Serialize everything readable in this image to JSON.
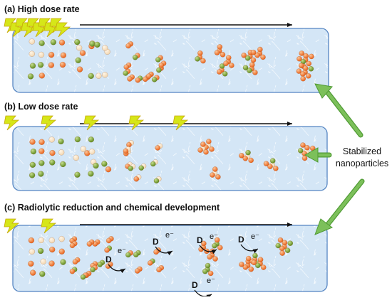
{
  "panels": [
    {
      "title": "(a) High dose rate",
      "bolts": 5,
      "stage_counts": [
        14,
        14,
        12,
        4,
        3,
        2
      ]
    },
    {
      "title": "(b) Low dose rate",
      "bolts": 5,
      "stage_counts": [
        14,
        12,
        10,
        3,
        2,
        1
      ]
    },
    {
      "title": "(c) Radiolytic reduction and chemical development",
      "bolts": 2,
      "stage_counts": [
        14,
        14,
        6,
        4,
        3,
        1
      ],
      "donor_label": "D",
      "electron_label": "e⁻"
    }
  ],
  "callout": {
    "line1": "Stabilized",
    "line2": "nanoparticles"
  },
  "colors": {
    "box_fill": "#d4e6f6",
    "box_border": "#5585c2",
    "bolt": "#d6e619",
    "bolt_edge": "#c7a90a",
    "arrow": "#111111",
    "callout_arrow": "#7cc05a",
    "callout_arrow_edge": "#4f9a34",
    "atom_orange": "#e8611a",
    "atom_green": "#5e8a1e",
    "atom_pale": "#f2d6b0"
  }
}
